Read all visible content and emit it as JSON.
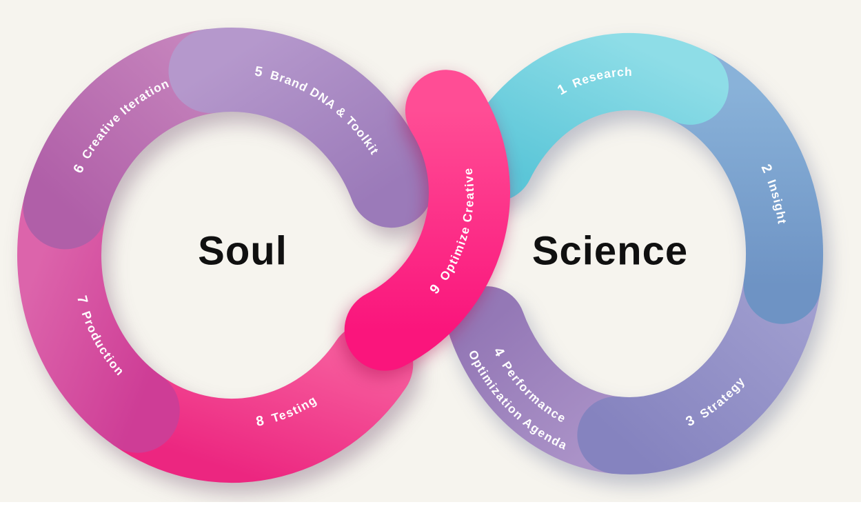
{
  "canvas": {
    "background": "#f6f4ee",
    "bottom_bar_color": "#ffffff"
  },
  "rings": {
    "left": {
      "title": "Soul"
    },
    "right": {
      "title": "Science"
    }
  },
  "segments": [
    {
      "number": "1",
      "label": "Research",
      "color": "#5bc6d8",
      "color_light": "#8edde7"
    },
    {
      "number": "2",
      "label": "Insight",
      "color": "#6e93c4",
      "color_light": "#89b2d9"
    },
    {
      "number": "3",
      "label": "Strategy",
      "color": "#8583bf",
      "color_light": "#a09ecf"
    },
    {
      "number": "4",
      "label": "Performance",
      "label_line2": "Optimization Agenda",
      "color": "#9478b6",
      "color_light": "#ab93c8"
    },
    {
      "number": "5",
      "label": "Brand DNA & Toolkit",
      "color": "#9b7ab9",
      "color_light": "#b598cc"
    },
    {
      "number": "6",
      "label": "Creative Iteration",
      "color": "#b05fa8",
      "color_light": "#c583bc"
    },
    {
      "number": "7",
      "label": "Production",
      "color": "#ce3d96",
      "color_light": "#dc64ab"
    },
    {
      "number": "8",
      "label": "Testing",
      "color": "#ec2680",
      "color_light": "#f65b9c"
    },
    {
      "number": "9",
      "label": "Optimize Creative",
      "color": "#fa157c",
      "color_light": "#ff4d95"
    }
  ]
}
